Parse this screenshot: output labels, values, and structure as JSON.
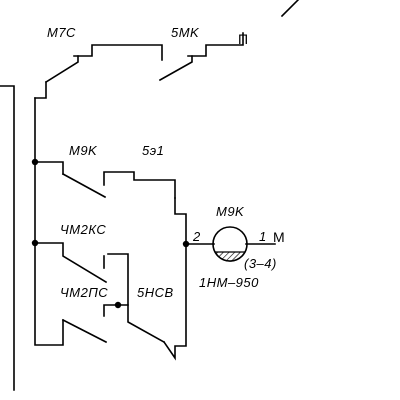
{
  "diagram": {
    "labels": {
      "m7c": "M7C",
      "5mk": "5MK",
      "pi": "П",
      "m9k_contact": "M9K",
      "5e1": "5э1",
      "chm2ks": "ЧМ2КС",
      "chm2ps": "ЧМ2ПС",
      "5nsv": "5НСВ",
      "m9k_motor": "M9K",
      "terminal_2": "2",
      "terminal_1": "1",
      "terminal_m": "M",
      "position": "(3–4)",
      "motor_model": "1HM–950"
    }
  }
}
